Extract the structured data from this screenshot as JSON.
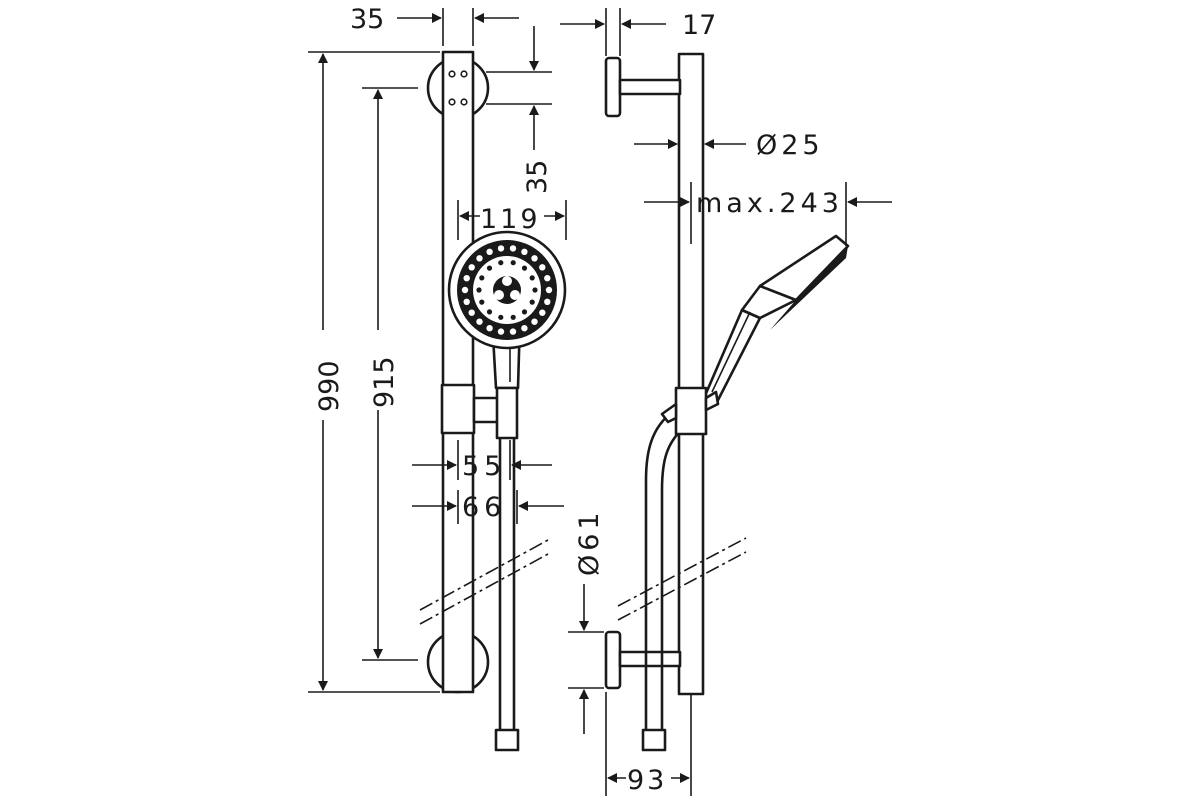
{
  "dimensions": {
    "rail_width": "35",
    "bracket_pitch": "35",
    "wall_offset": "17",
    "pipe_diameter": "Ø25",
    "max_reach": "max.243",
    "head_diameter": "119",
    "rail_length": "990",
    "bracket_spacing": "915",
    "holder_width_a": "55",
    "holder_width_b": "66",
    "bracket_diameter": "Ø61",
    "bracket_projection": "93"
  }
}
